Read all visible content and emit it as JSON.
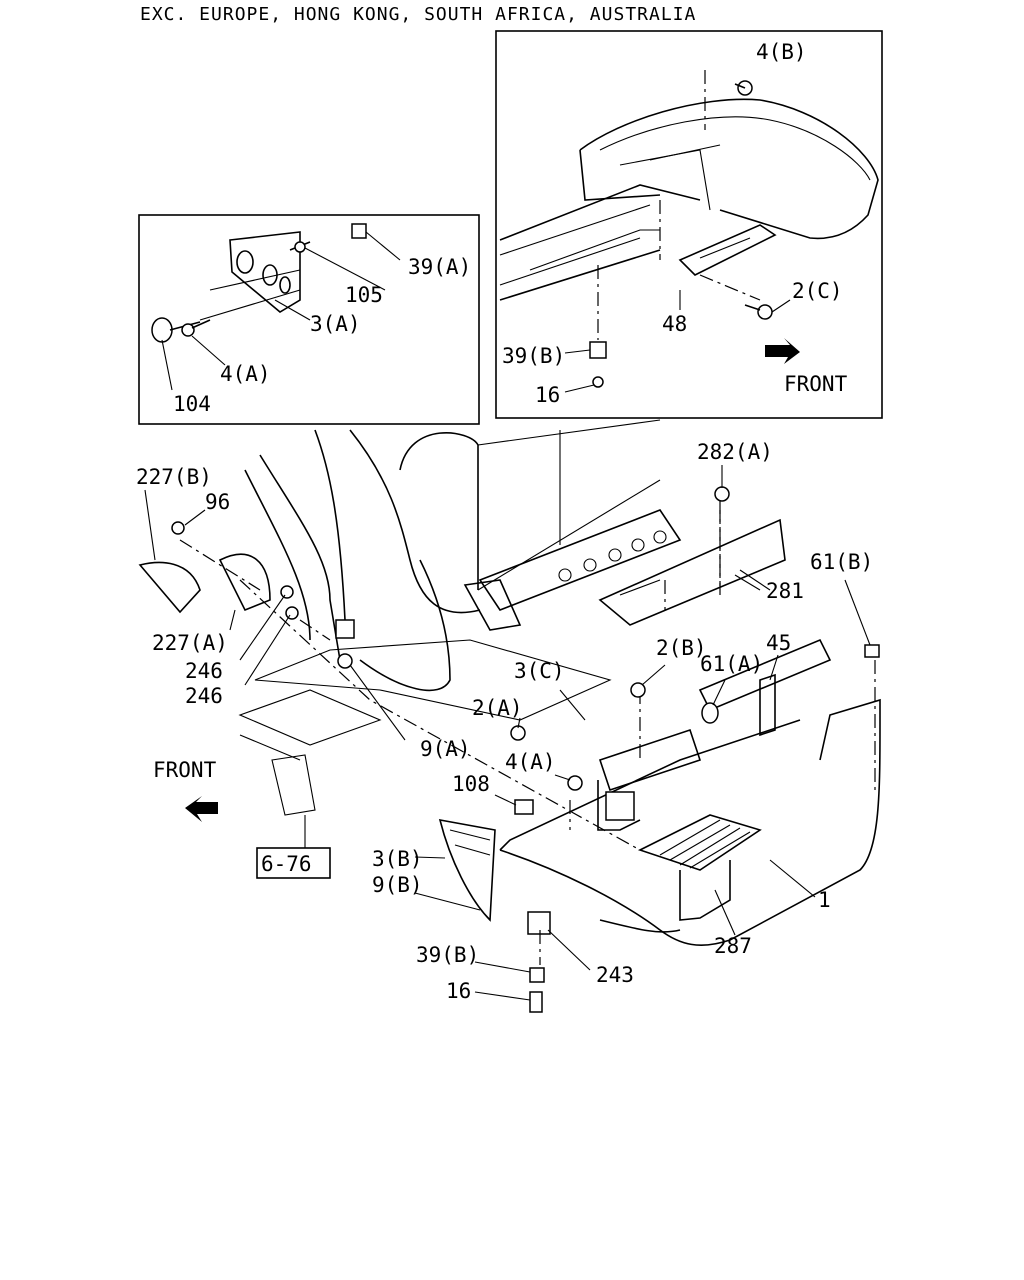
{
  "header": {
    "title": "EXC. EUROPE, HONG KONG, SOUTH AFRICA, AUSTRALIA"
  },
  "inset_left": {
    "labels": [
      "39(A)",
      "105",
      "3(A)",
      "4(A)",
      "104"
    ]
  },
  "inset_right": {
    "labels": [
      "4(B)",
      "2(C)",
      "48",
      "39(B)",
      "16"
    ],
    "front_label": "FRONT"
  },
  "main": {
    "labels": [
      "282(A)",
      "227(B)",
      "96",
      "281",
      "61(B)",
      "227(A)",
      "246",
      "246",
      "3(C)",
      "2(B)",
      "61(A)",
      "45",
      "2(A)",
      "9(A)",
      "4(A)",
      "108",
      "3(B)",
      "9(B)",
      "1",
      "287",
      "39(B)",
      "243",
      "16"
    ],
    "front_label": "FRONT",
    "ref_box": "6-76"
  }
}
